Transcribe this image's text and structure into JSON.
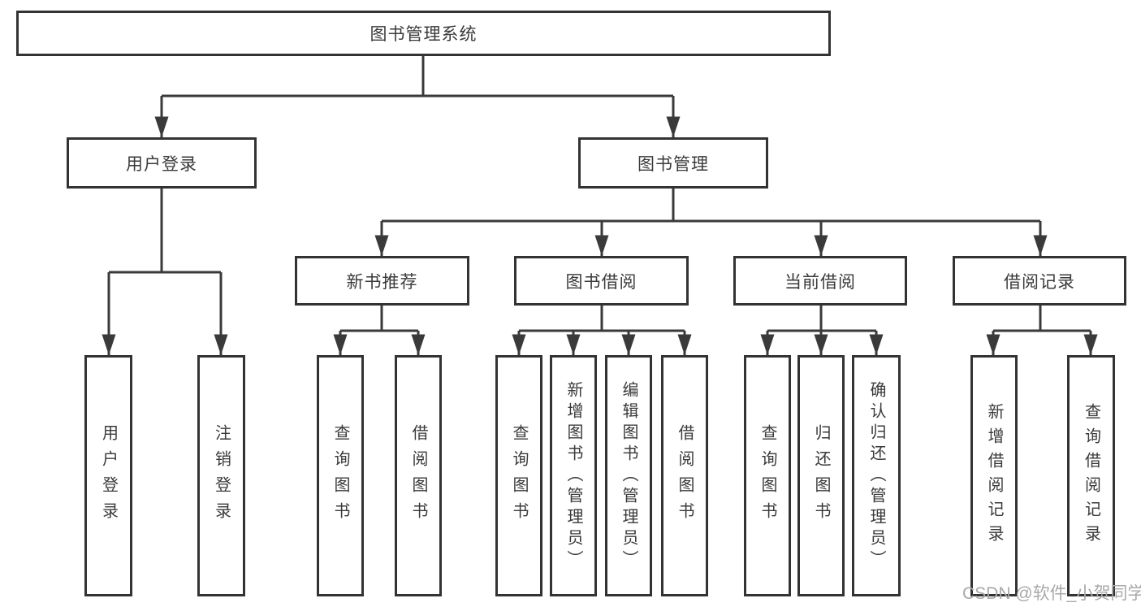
{
  "colors": {
    "line": "#3a3a3a",
    "border": "#333333",
    "text": "#3a3a3a",
    "background": "#ffffff",
    "watermark": "#a8a8ae"
  },
  "watermark": "CSDN @软件_小贺同学",
  "tree": {
    "root": {
      "label": "图书管理系统"
    },
    "branches": [
      {
        "label": "用户登录",
        "children": [
          {
            "label": "用户登录"
          },
          {
            "label": "注销登录"
          }
        ]
      },
      {
        "label": "图书管理",
        "children": [
          {
            "label": "新书推荐",
            "children": [
              {
                "label": "查询图书"
              },
              {
                "label": "借阅图书"
              }
            ]
          },
          {
            "label": "图书借阅",
            "children": [
              {
                "label": "查询图书"
              },
              {
                "label": "新增图书（管理员）"
              },
              {
                "label": "编辑图书（管理员）"
              },
              {
                "label": "借阅图书"
              }
            ]
          },
          {
            "label": "当前借阅",
            "children": [
              {
                "label": "查询图书"
              },
              {
                "label": "归还图书"
              },
              {
                "label": "确认归还（管理员）"
              }
            ]
          },
          {
            "label": "借阅记录",
            "children": [
              {
                "label": "新增借阅记录"
              },
              {
                "label": "查询借阅记录"
              }
            ]
          }
        ]
      }
    ]
  }
}
